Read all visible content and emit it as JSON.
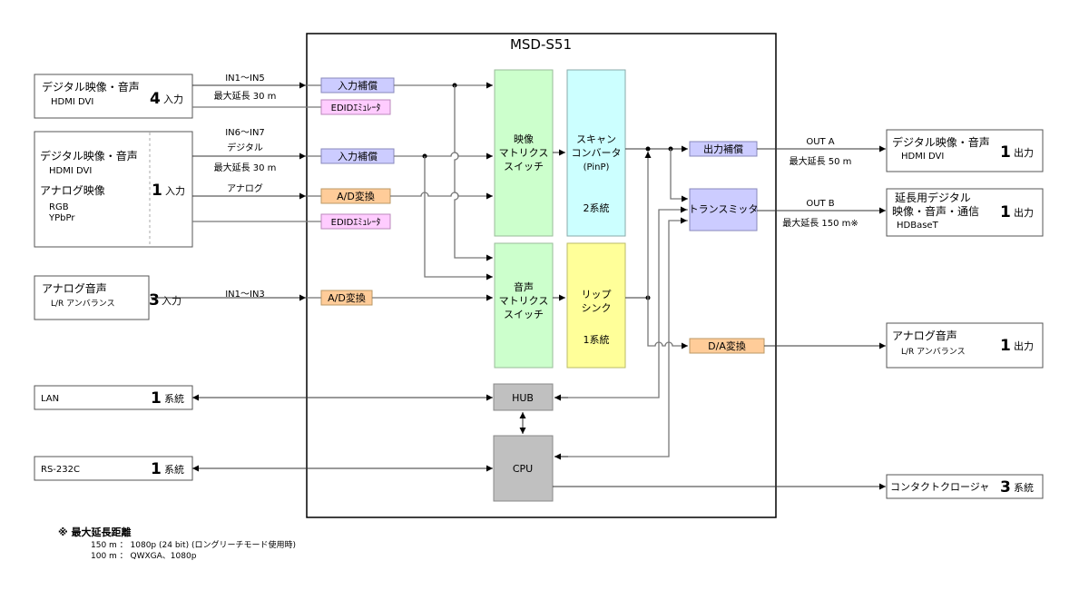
{
  "device": {
    "title": "MSD-S51"
  },
  "inputs": [
    {
      "id": "digital-in-a",
      "lines": [
        "デジタル映像・音声",
        "HDMI  DVI"
      ],
      "count": "4",
      "unit": "入力",
      "link_labels": [
        "IN1～IN5",
        "最大延長 30 m"
      ]
    },
    {
      "id": "digital-analog-in",
      "lines": [
        "デジタル映像・音声",
        "HDMI  DVI",
        "アナログ映像",
        "RGB",
        "YPbPr"
      ],
      "count": "1",
      "unit": "入力",
      "link_labels": [
        "IN6～IN7",
        "デジタル",
        "最大延長 30 m",
        "アナログ"
      ]
    },
    {
      "id": "analog-audio-in",
      "lines": [
        "アナログ音声",
        "L/R アンバランス"
      ],
      "count": "3",
      "unit": "入力",
      "link_labels": [
        "IN1～IN3"
      ]
    },
    {
      "id": "lan",
      "lines": [
        "LAN"
      ],
      "count": "1",
      "unit": "系統"
    },
    {
      "id": "rs232c",
      "lines": [
        "RS-232C"
      ],
      "count": "1",
      "unit": "系統"
    }
  ],
  "outputs": [
    {
      "id": "out-a",
      "lines": [
        "デジタル映像・音声",
        "HDMI  DVI"
      ],
      "count": "1",
      "unit": "出力",
      "link_labels": [
        "OUT A",
        "最大延長 50 m"
      ]
    },
    {
      "id": "out-b",
      "lines": [
        "延長用デジタル",
        "映像・音声・通信",
        "HDBaseT"
      ],
      "count": "1",
      "unit": "出力",
      "link_labels": [
        "OUT B",
        "最大延長 150 m※"
      ]
    },
    {
      "id": "analog-audio-out",
      "lines": [
        "アナログ音声",
        "L/R アンバランス"
      ],
      "count": "1",
      "unit": "出力"
    },
    {
      "id": "contact-closure",
      "lines": [
        "コンタクトクロージャ"
      ],
      "count": "3",
      "unit": "系統"
    }
  ],
  "blocks": {
    "input_eq_1": "入力補償",
    "edid_1": "EDIDｴﾐｭﾚｰﾀ",
    "input_eq_2": "入力補償",
    "ad_video": "A/D変換",
    "edid_2": "EDIDｴﾐｭﾚｰﾀ",
    "ad_audio": "A/D変換",
    "video_matrix": [
      "映像",
      "マトリクス",
      "スイッチ"
    ],
    "scan_converter": [
      "スキャン",
      "コンバータ",
      "(PinP)",
      "2系統"
    ],
    "audio_matrix": [
      "音声",
      "マトリクス",
      "スイッチ"
    ],
    "lip_sync": [
      "リップ",
      "シンク",
      "1系統"
    ],
    "output_eq": "出力補償",
    "transmitter": "トランスミッタ",
    "da_audio": "D/A変換",
    "hub": "HUB",
    "cpu": "CPU"
  },
  "colors": {
    "input_eq": "#ccccff",
    "edid": "#ffccff",
    "ad": "#ffcc99",
    "matrix": "#ccffcc",
    "scan": "#ccffff",
    "lipsync": "#ffff99",
    "gray": "#c0c0c0"
  },
  "footnote": {
    "heading": "※ 最大延長距離",
    "lines": [
      "150 m ： 1080p (24 bit) (ロングリーチモード使用時)",
      "100 m ： QWXGA、1080p"
    ]
  }
}
